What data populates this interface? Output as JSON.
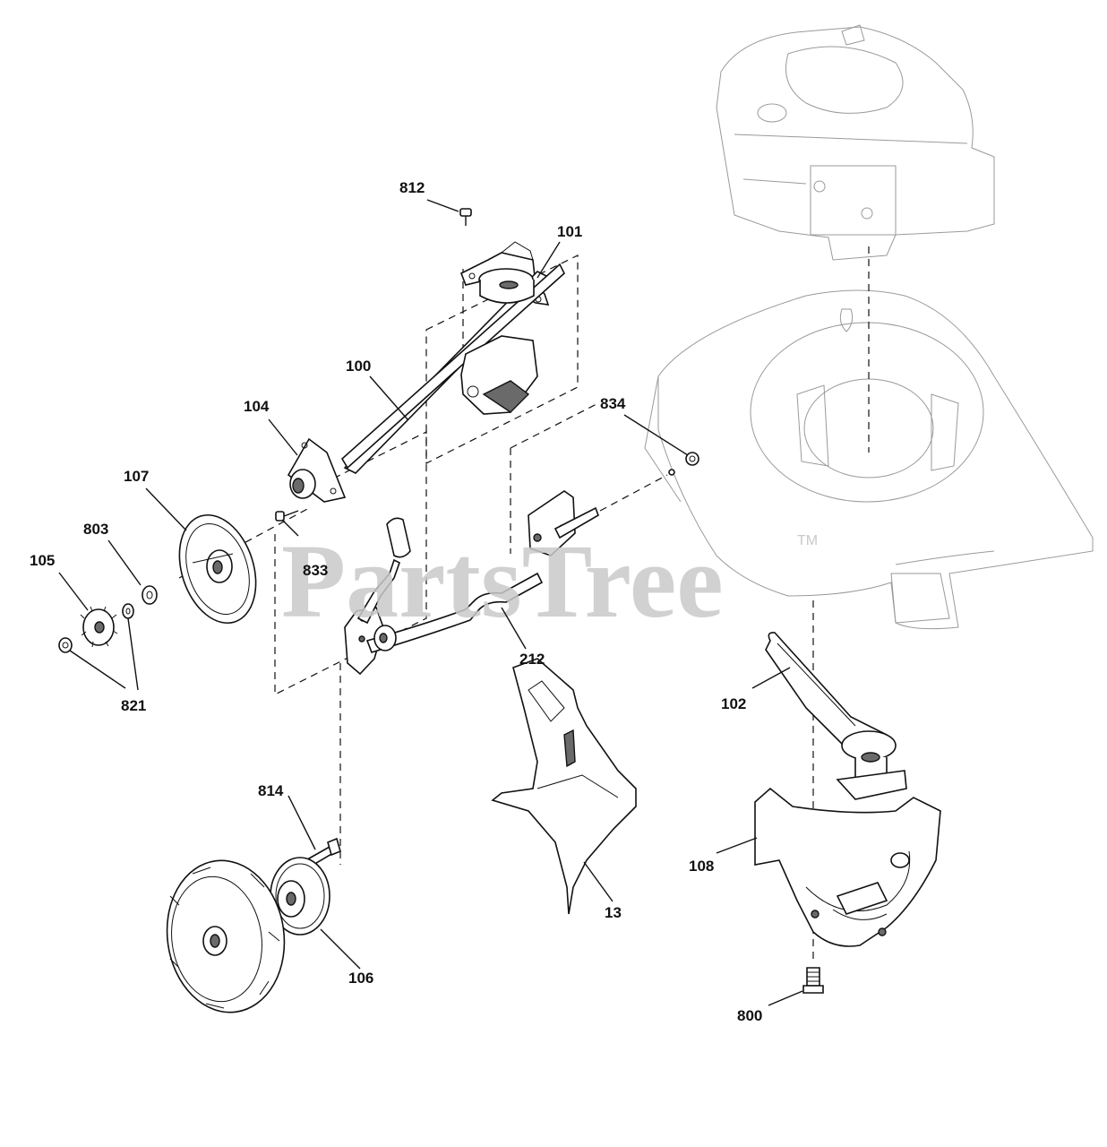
{
  "watermark": {
    "text": "PartsTree",
    "trademark": "TM"
  },
  "labels": {
    "l812": "812",
    "l101": "101",
    "l100": "100",
    "l104": "104",
    "l107": "107",
    "l803": "803",
    "l105": "105",
    "l821": "821",
    "l833": "833",
    "l834": "834",
    "l212": "212",
    "l102": "102",
    "l13": "13",
    "l814": "814",
    "l106": "106",
    "l108": "108",
    "l800": "800"
  }
}
